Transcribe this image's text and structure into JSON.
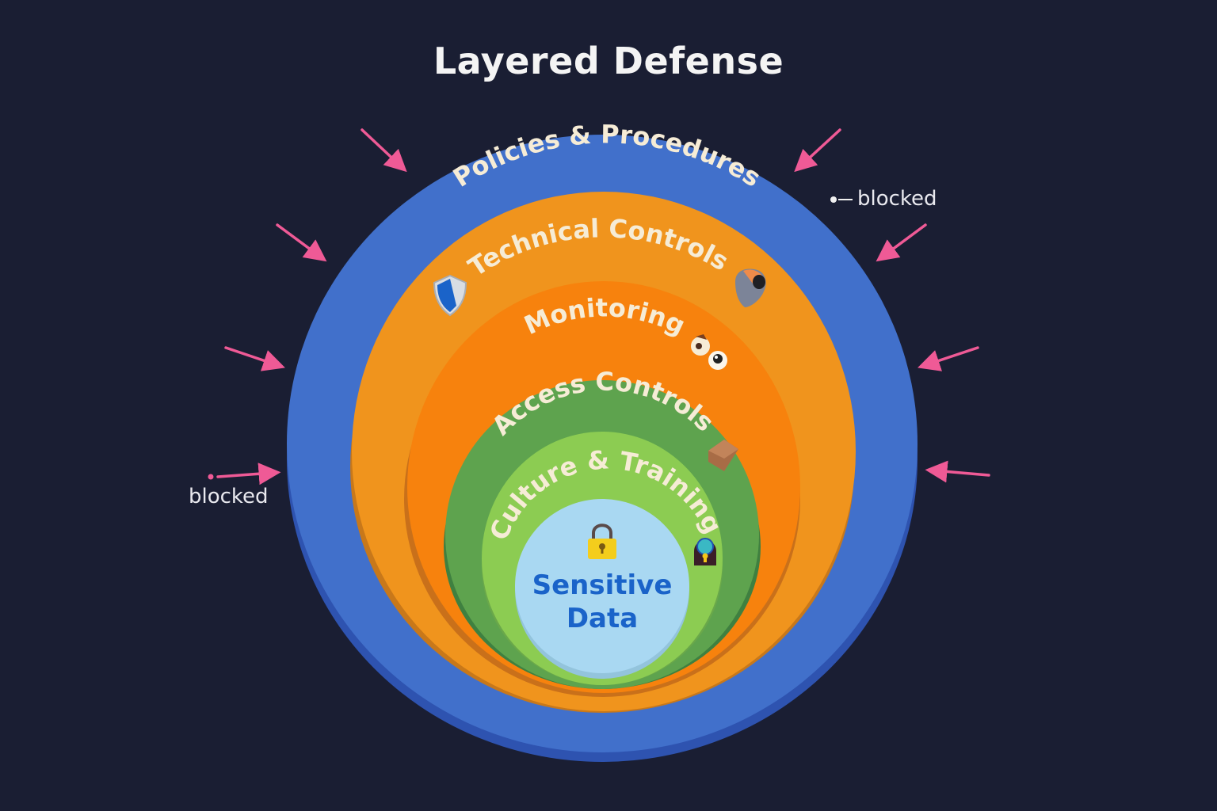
{
  "title": "Layered Defense",
  "layers": [
    {
      "name": "policies",
      "label": "Policies & Procedures",
      "color": "#3f72cc",
      "shade": "#2e53b0"
    },
    {
      "name": "technical",
      "label": "Technical Controls",
      "color": "#f0941d",
      "shade": "#c8781a"
    },
    {
      "name": "monitoring",
      "label": "Monitoring",
      "color": "#f7820d",
      "shade": "#c9701a"
    },
    {
      "name": "access",
      "label": "Access Controls",
      "color": "#5ea34e",
      "shade": "#3f8040"
    },
    {
      "name": "culture",
      "label": "Culture & Training",
      "color": "#8ccc52",
      "shade": "#6aa84a"
    }
  ],
  "core": {
    "line1": "Sensitive",
    "line2": "Data",
    "color": "#a9d8f2",
    "text_color": "#1a63c9"
  },
  "icons": {
    "technical_left": "shield-icon",
    "technical_right": "pie-pin-icon",
    "monitoring": "eyes-icon",
    "access": "box-icon",
    "culture": "keyhole-lock-icon",
    "core": "padlock-icon"
  },
  "threat_arrow_color": "#ef5a96",
  "blocked_labels": {
    "right": "blocked",
    "left": "blocked"
  }
}
